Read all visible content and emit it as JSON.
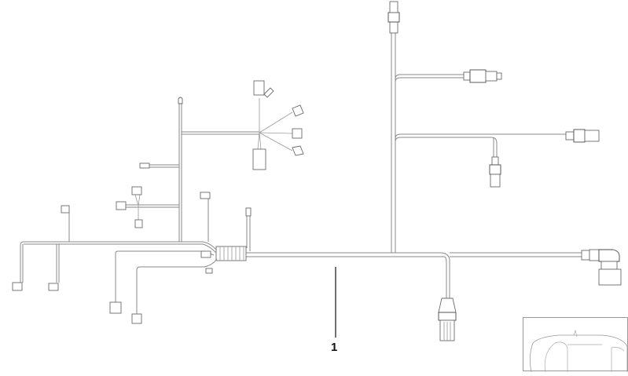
{
  "diagram": {
    "type": "wiring-harness-parts-diagram",
    "callouts": [
      {
        "label": "1",
        "target": "main-harness-trunk"
      }
    ],
    "inset": {
      "content": "vehicle-top-view-icon"
    },
    "colors": {
      "background": "#ffffff",
      "wire": "#8a8a8a",
      "connector": "#6a6a6a",
      "callout_text": "#111111",
      "inset_border": "#999999"
    }
  }
}
